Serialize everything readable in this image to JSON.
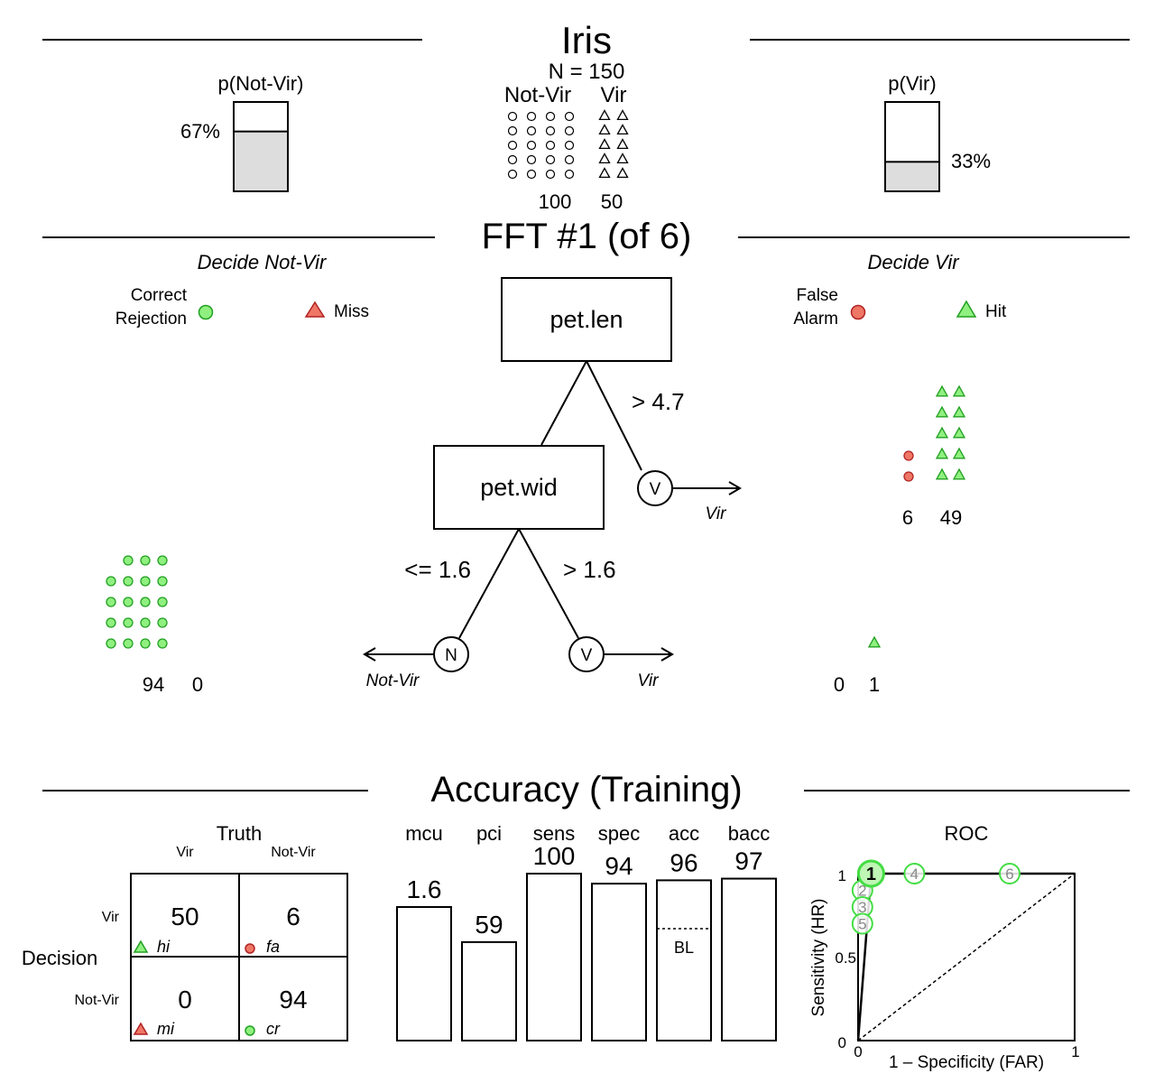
{
  "header": {
    "title": "Iris",
    "n_label": "N = 150",
    "class_labels": [
      "Not-Vir",
      "Vir"
    ],
    "class_counts": [
      "100",
      "50"
    ],
    "left_title": "p(Not-Vir)",
    "left_pct": "67%",
    "left_value": 0.67,
    "right_title": "p(Vir)",
    "right_pct": "33%",
    "right_value": 0.33
  },
  "tree": {
    "title": "FFT #1 (of 6)",
    "left_heading": "Decide Not-Vir",
    "right_heading": "Decide Vir",
    "legend": {
      "correct_rejection": [
        "Correct",
        "Rejection"
      ],
      "miss": "Miss",
      "false_alarm": [
        "False",
        "Alarm"
      ],
      "hit": "Hit"
    },
    "nodes": [
      {
        "label": "pet.len",
        "threshold": "> 4.7",
        "exit_symbol": "V",
        "exit_label": "Vir"
      },
      {
        "label": "pet.wid",
        "threshold_left": "<= 1.6",
        "threshold_right": "> 1.6",
        "exit_left_symbol": "N",
        "exit_left_label": "Not-Vir",
        "exit_right_symbol": "V",
        "exit_right_label": "Vir"
      }
    ],
    "leaf_counts": {
      "level1_vir": {
        "fa": 6,
        "hi": 49,
        "fa_label": "6",
        "hi_label": "49"
      },
      "level2_notvir": {
        "cr": 94,
        "mi": 0,
        "cr_label": "94",
        "mi_label": "0"
      },
      "level2_vir": {
        "fa": 0,
        "hi": 1,
        "fa_label": "0",
        "hi_label": "1"
      }
    }
  },
  "accuracy": {
    "title": "Accuracy (Training)",
    "confusion": {
      "truth_label": "Truth",
      "decision_label": "Decision",
      "col_labels": [
        "Vir",
        "Not-Vir"
      ],
      "row_labels": [
        "Vir",
        "Not-Vir"
      ],
      "cells": [
        {
          "value": "50",
          "tag": "hi"
        },
        {
          "value": "6",
          "tag": "fa"
        },
        {
          "value": "0",
          "tag": "mi"
        },
        {
          "value": "94",
          "tag": "cr"
        }
      ]
    },
    "bars": [
      {
        "label": "mcu",
        "value_label": "1.6",
        "value": 1.6,
        "max": 2
      },
      {
        "label": "pci",
        "value_label": "59",
        "value": 59,
        "max": 100
      },
      {
        "label": "sens",
        "value_label": "100",
        "value": 100,
        "max": 100
      },
      {
        "label": "spec",
        "value_label": "94",
        "value": 94,
        "max": 100
      },
      {
        "label": "acc",
        "value_label": "96",
        "value": 96,
        "max": 100,
        "baseline": 0.67,
        "baseline_label": "BL"
      },
      {
        "label": "bacc",
        "value_label": "97",
        "value": 97,
        "max": 100
      }
    ],
    "roc": {
      "title": "ROC",
      "xlabel": "1 – Specificity (FAR)",
      "ylabel": "Sensitivity (HR)",
      "x_ticks": [
        "0",
        "1"
      ],
      "y_ticks": [
        "0",
        "0.5",
        "1"
      ],
      "points": [
        {
          "label": "1",
          "far": 0.06,
          "hr": 1.0,
          "selected": true
        },
        {
          "label": "2",
          "far": 0.02,
          "hr": 0.9,
          "selected": false
        },
        {
          "label": "3",
          "far": 0.02,
          "hr": 0.8,
          "selected": false
        },
        {
          "label": "4",
          "far": 0.26,
          "hr": 1.0,
          "selected": false
        },
        {
          "label": "5",
          "far": 0.02,
          "hr": 0.7,
          "selected": false
        },
        {
          "label": "6",
          "far": 0.7,
          "hr": 1.0,
          "selected": false
        }
      ]
    }
  },
  "colors": {
    "green_fill": "#8FF07F",
    "green_stroke": "#22A022",
    "red_fill": "#EE7766",
    "red_stroke": "#B22222",
    "bar_fill": "#DDDDDD",
    "roc_green": "#44DD44"
  }
}
